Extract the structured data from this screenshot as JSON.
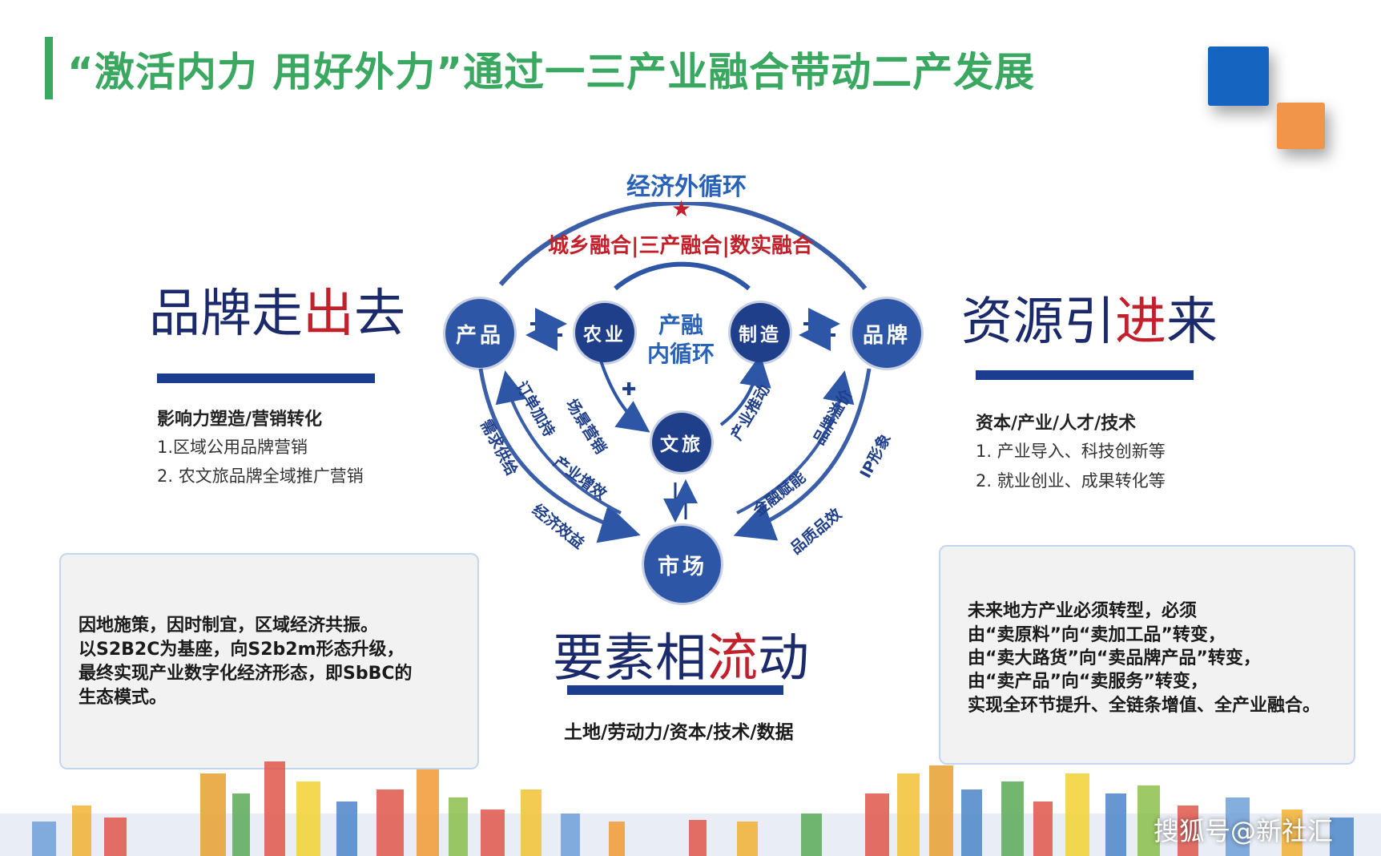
{
  "header": {
    "title": "“激活内力  用好外力”通过一三产业融合带动二产发展"
  },
  "left": {
    "heading_pre": "品牌走",
    "heading_red": "出",
    "heading_post": "去",
    "subtitle": "影响力塑造/营销转化",
    "items": [
      "1.区域公用品牌营销",
      "2. 农文旅品牌全域推广营销"
    ],
    "box_lines": [
      "    因地施策，因时制宜，区域经济共振。",
      "   以S2B2C为基座，向S2b2m形态升级，",
      "最终实现产业数字化经济形态，即SbBC的",
      "生态模式。"
    ]
  },
  "right": {
    "heading_pre": "资源引",
    "heading_red": "进",
    "heading_post": "来",
    "subtitle": "资本/产业/人才/技术",
    "items": [
      "1. 产业导入、科技创新等",
      "2. 就业创业、成果转化等"
    ],
    "box_lines": [
      "    未来地方产业必须转型，必须",
      "由“卖原料”向“卖加工品”转变，",
      "由“卖大路货”向“卖品牌产品”转变，",
      "由“卖产品”向“卖服务”转变，",
      "实现全环节提升、全链条增值、全产业融合。"
    ]
  },
  "bottom": {
    "heading_pre": "要素相",
    "heading_red": "流",
    "heading_post": "动",
    "subtitle": "土地/劳动力/资本/技术/数据"
  },
  "diagram": {
    "outer_label": "经济外循环",
    "star": "★",
    "fusion_label": "城乡融合|三产融合|数实融合",
    "inner_label_1": "产融",
    "inner_label_2": "内循环",
    "nodes": {
      "product": "产品",
      "agriculture": "农业",
      "manufacture": "制造",
      "brand": "品牌",
      "culture_tourism": "文旅",
      "market": "市场"
    },
    "plus": "✚",
    "arrow_labels": {
      "scene_marketing": "场景营销",
      "industry_promotion": "产业推动",
      "order_support": "订单加持",
      "industry_efficiency": "产业增效",
      "demand_supply": "需求供给",
      "economic_benefit": "经济效益",
      "brand_premium": "品牌溢价",
      "finance_empower": "金融赋能",
      "ip_image": "IP形象",
      "quality_effect": "品质品效",
      "sep": "|"
    },
    "colors": {
      "node": "#1f3f8a",
      "arc": "#3a5ea8",
      "fusion": "#c2202a",
      "inner": "#2a62b8"
    }
  },
  "watermark": "搜狐号@新社汇"
}
